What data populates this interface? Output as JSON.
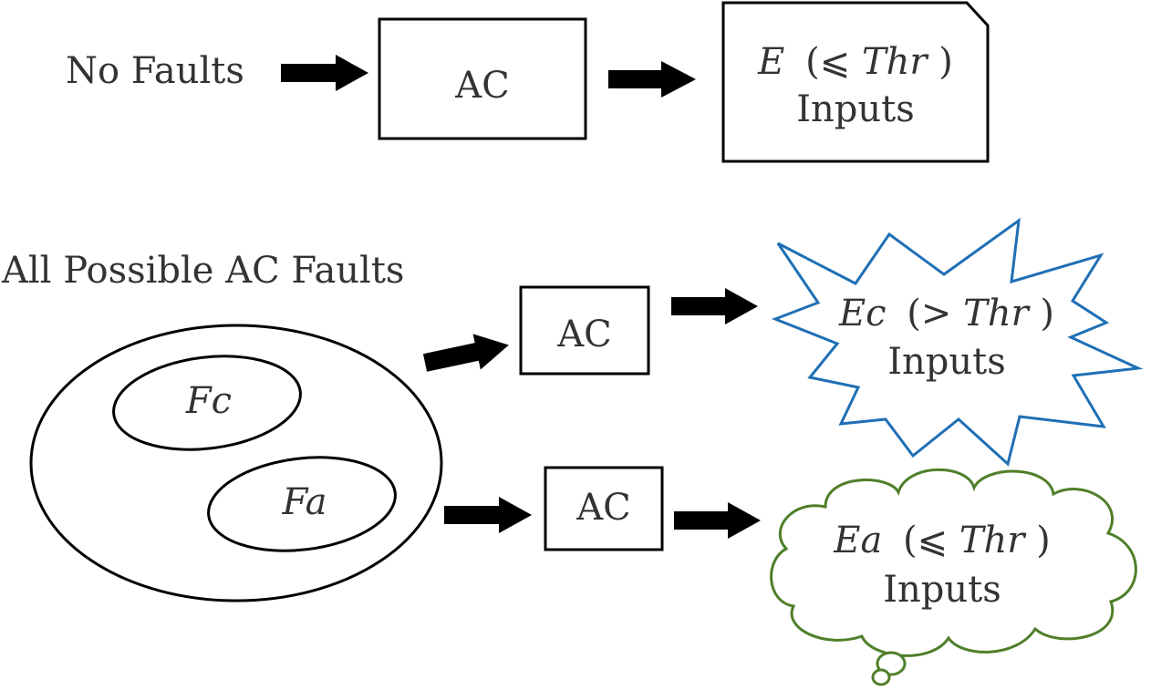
{
  "top": {
    "input_label": "No Faults",
    "ac_label": "AC",
    "output": {
      "symbol": "E",
      "relation": "(⩽ ",
      "threshold": "Thr",
      "close": ")",
      "label": "Inputs"
    }
  },
  "bottom": {
    "title": "All Possible AC Faults",
    "set_fc": "Fc",
    "set_fa": "Fa",
    "ac_upper_label": "AC",
    "ac_lower_label": "AC",
    "output_critical": {
      "symbol": "Ec",
      "relation": "(> ",
      "threshold": "Thr",
      "close": ")",
      "label": "Inputs"
    },
    "output_acceptable": {
      "symbol": "Ea",
      "relation": "(⩽ ",
      "threshold": "Thr",
      "close": ")",
      "label": "Inputs"
    }
  },
  "colors": {
    "critical_outline": "#1f6fb5",
    "acceptable_outline": "#4f7f2a",
    "ink": "#000000",
    "text": "#333333"
  }
}
